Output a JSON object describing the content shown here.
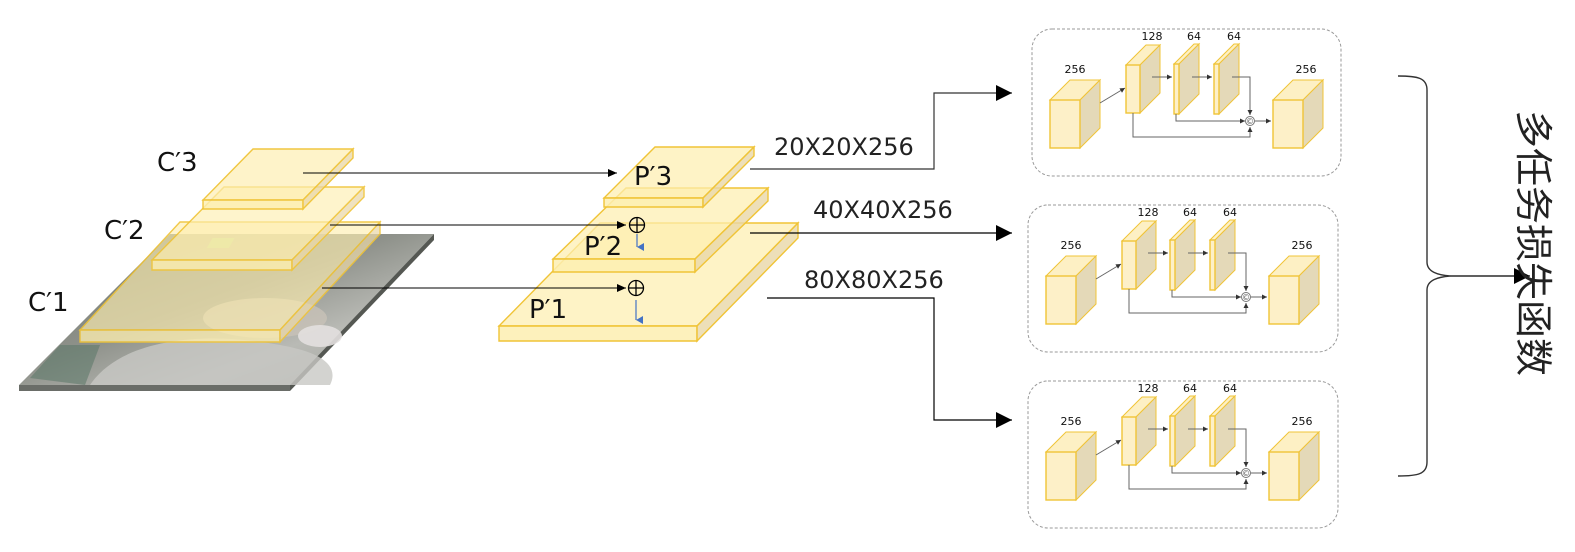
{
  "diagram": {
    "title": "Feature pyramid with multi-task detection heads",
    "colors": {
      "layer_fill": "#fdeeb0",
      "layer_side": "#e8d7a8",
      "layer_stroke": "#f0c437",
      "arrow": "#000000",
      "merge_arrow": "#4472c4",
      "head_box_border": "#9a9a9a",
      "connector": "#666666"
    },
    "backbone": {
      "input_image": "input-photo",
      "layers": [
        {
          "id": "c3",
          "label": "C′3"
        },
        {
          "id": "c2",
          "label": "C′2"
        },
        {
          "id": "c1",
          "label": "C′1"
        }
      ]
    },
    "pyramid": {
      "layers": [
        {
          "id": "p3",
          "label": "P′3",
          "merge": false
        },
        {
          "id": "p2",
          "label": "P′2",
          "merge": true,
          "merge_symbol": "⊕"
        },
        {
          "id": "p1",
          "label": "P′1",
          "merge": true,
          "merge_symbol": "⊕"
        }
      ]
    },
    "outputs": [
      {
        "id": "out-p3",
        "label": "20X20X256"
      },
      {
        "id": "out-p2",
        "label": "40X40X256"
      },
      {
        "id": "out-p1",
        "label": "80X80X256"
      }
    ],
    "heads": [
      {
        "input_channels": "256",
        "branch_channels": [
          "128",
          "64",
          "64"
        ],
        "concat_symbol": "©",
        "output_channels": "256"
      },
      {
        "input_channels": "256",
        "branch_channels": [
          "128",
          "64",
          "64"
        ],
        "concat_symbol": "©",
        "output_channels": "256"
      },
      {
        "input_channels": "256",
        "branch_channels": [
          "128",
          "64",
          "64"
        ],
        "concat_symbol": "©",
        "output_channels": "256"
      }
    ],
    "loss_label": "多任务损失函数"
  }
}
